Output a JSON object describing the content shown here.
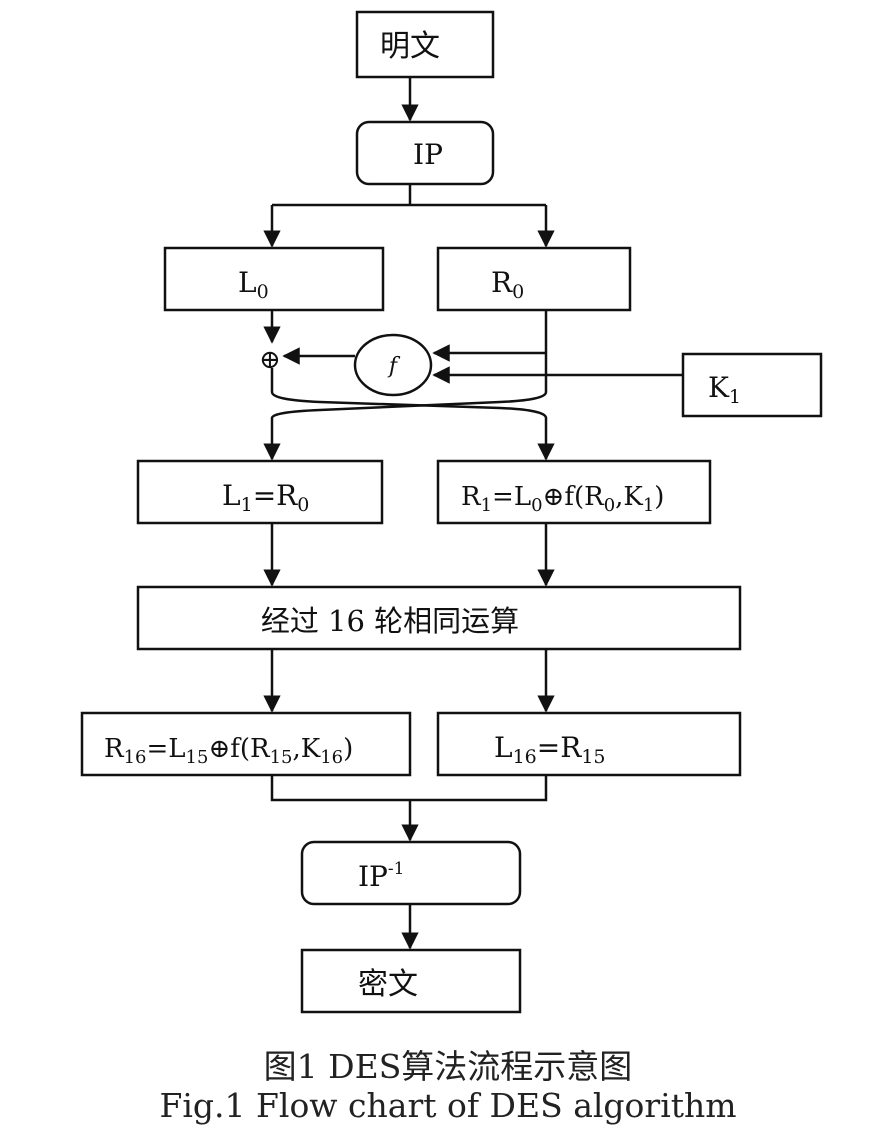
{
  "nodes": {
    "plaintext": "明文",
    "ip": "IP",
    "l0": {
      "main": "L",
      "sub": "0"
    },
    "r0": {
      "main": "R",
      "sub": "0"
    },
    "f": "f",
    "xor": "⊕",
    "k1": {
      "main": "K",
      "sub": "1"
    },
    "l1": {
      "parts": [
        [
          "L",
          "n"
        ],
        [
          "1",
          "s"
        ],
        [
          "=R",
          "n"
        ],
        [
          "0",
          "s"
        ]
      ]
    },
    "r1": {
      "parts": [
        [
          "R",
          "n"
        ],
        [
          "1",
          "s"
        ],
        [
          "=L",
          "n"
        ],
        [
          "0",
          "s"
        ],
        [
          "⊕f(R",
          "n"
        ],
        [
          "0",
          "s"
        ],
        [
          ",K",
          "n"
        ],
        [
          "1",
          "s"
        ],
        [
          ")",
          "n"
        ]
      ]
    },
    "rounds": "经过 16 轮相同运算",
    "r16": {
      "parts": [
        [
          "R",
          "n"
        ],
        [
          "16",
          "s"
        ],
        [
          "=L",
          "n"
        ],
        [
          "15",
          "s"
        ],
        [
          "⊕f(R",
          "n"
        ],
        [
          "15",
          "s"
        ],
        [
          ",K",
          "n"
        ],
        [
          "16",
          "s"
        ],
        [
          ")",
          "n"
        ]
      ]
    },
    "l16": {
      "parts": [
        [
          "L",
          "n"
        ],
        [
          "16",
          "s"
        ],
        [
          "=R",
          "n"
        ],
        [
          "15",
          "s"
        ]
      ]
    },
    "ipinv": {
      "main": "IP",
      "sup": "-1"
    },
    "ciphertext": "密文"
  },
  "caption": {
    "cn": "图1 DES算法流程示意图",
    "en": "Fig.1 Flow chart of DES algorithm"
  }
}
